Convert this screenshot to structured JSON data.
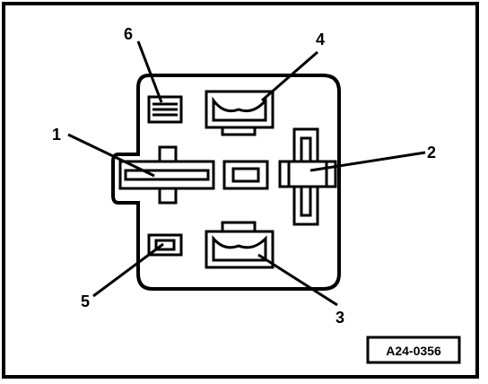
{
  "figure": {
    "reference_code": "A24-0356"
  },
  "callouts": [
    {
      "id": "1",
      "label": "1"
    },
    {
      "id": "2",
      "label": "2"
    },
    {
      "id": "3",
      "label": "3"
    },
    {
      "id": "4",
      "label": "4"
    },
    {
      "id": "5",
      "label": "5"
    },
    {
      "id": "6",
      "label": "6"
    }
  ],
  "colors": {
    "line": "#000000",
    "background": "#ffffff"
  }
}
